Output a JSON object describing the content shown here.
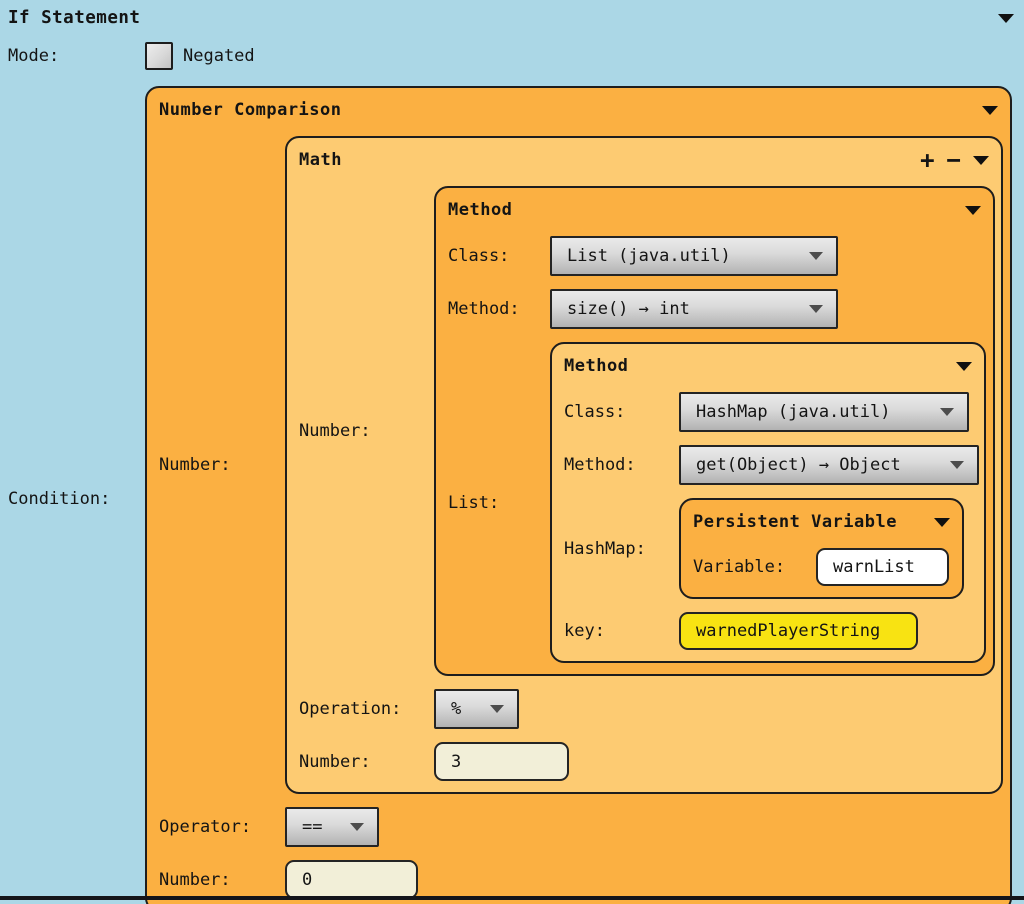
{
  "header": {
    "title": "If Statement"
  },
  "icons": {
    "plus": "+",
    "minus": "−"
  },
  "mode": {
    "label": "Mode:",
    "checkbox_label": "Negated",
    "checked": false
  },
  "condition": {
    "label": "Condition:",
    "panel": {
      "title": "Number Comparison",
      "number_label": "Number:",
      "math": {
        "title": "Math",
        "number_label": "Number:",
        "method1": {
          "title": "Method",
          "class_label": "Class:",
          "class_value": "List (java.util)",
          "method_label": "Method:",
          "method_value": "size() → int",
          "list_label": "List:",
          "method2": {
            "title": "Method",
            "class_label": "Class:",
            "class_value": "HashMap (java.util)",
            "method_label": "Method:",
            "method_value": "get(Object) → Object",
            "hashmap_label": "HashMap:",
            "persistent_variable": {
              "title": "Persistent Variable",
              "variable_label": "Variable:",
              "variable_value": "warnList"
            },
            "key_label": "key:",
            "key_value": "warnedPlayerString"
          }
        },
        "operation_label": "Operation:",
        "operation_value": "%",
        "number2_label": "Number:",
        "number2_value": "3"
      },
      "operator_label": "Operator:",
      "operator_value": "==",
      "number_label2": "Number:",
      "number_value": "0"
    }
  },
  "colors": {
    "background": "#ABD7E6",
    "panel_dark_orange": "#FBB042",
    "panel_light_orange": "#FDCB72",
    "input_cream": "#F2EFD8",
    "input_yellow": "#F8E312",
    "input_white": "#FFFFFF",
    "dropdown_gray": "#D9D9D9",
    "border": "#1D1D1D"
  }
}
